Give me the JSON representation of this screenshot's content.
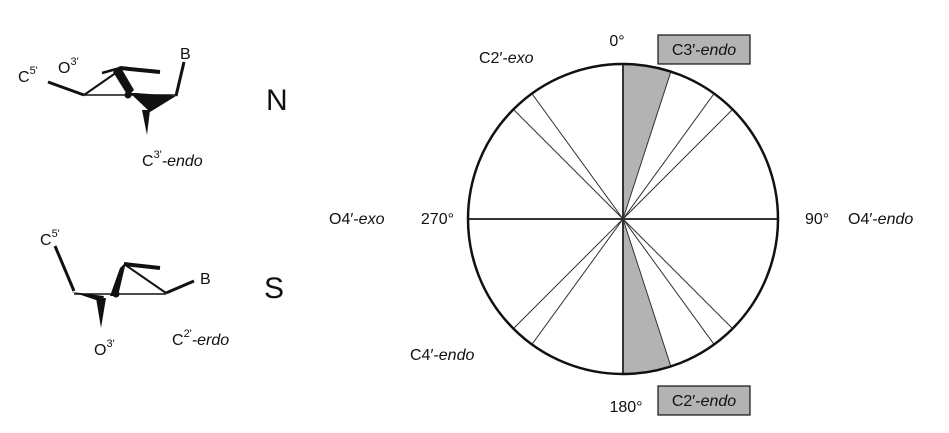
{
  "north_conformer": {
    "atom_c5": "C",
    "atom_c5_sup": "5'",
    "atom_o3": "O",
    "atom_o3_sup": "3'",
    "atom_base": "B",
    "pucker_prefix": "C",
    "pucker_sup": "3'",
    "pucker_suffix": "-endo",
    "state_letter": "N"
  },
  "south_conformer": {
    "atom_c5": "C",
    "atom_c5_sup": "5'",
    "atom_o3": "O",
    "atom_o3_sup": "3'",
    "atom_base": "B",
    "pucker_prefix": "C",
    "pucker_sup": "2'",
    "pucker_suffix": "-erdo",
    "state_letter": "S"
  },
  "pseudorotation_wheel": {
    "angle_top": "0°",
    "angle_right": "90°",
    "angle_bottom": "180°",
    "angle_left": "270°",
    "box_north_prefix": "C3′-",
    "box_north_italic": "endo",
    "box_south_prefix": "C2′-",
    "box_south_italic": "endo",
    "label_c2exo_prefix": "C2′-",
    "label_c2exo_italic": "exo",
    "label_o4endo_prefix": "O4′-",
    "label_o4endo_italic": "endo",
    "label_o4exo_prefix": "O4′-",
    "label_o4exo_italic": "exo",
    "label_c4endo_prefix": "C4′-",
    "label_c4endo_italic": "endo",
    "shaded_north_degrees": [
      0,
      18
    ],
    "shaded_south_degrees": [
      162,
      180
    ],
    "shade_color": "#b3b3b3",
    "box_color": "#b3b3b3"
  }
}
